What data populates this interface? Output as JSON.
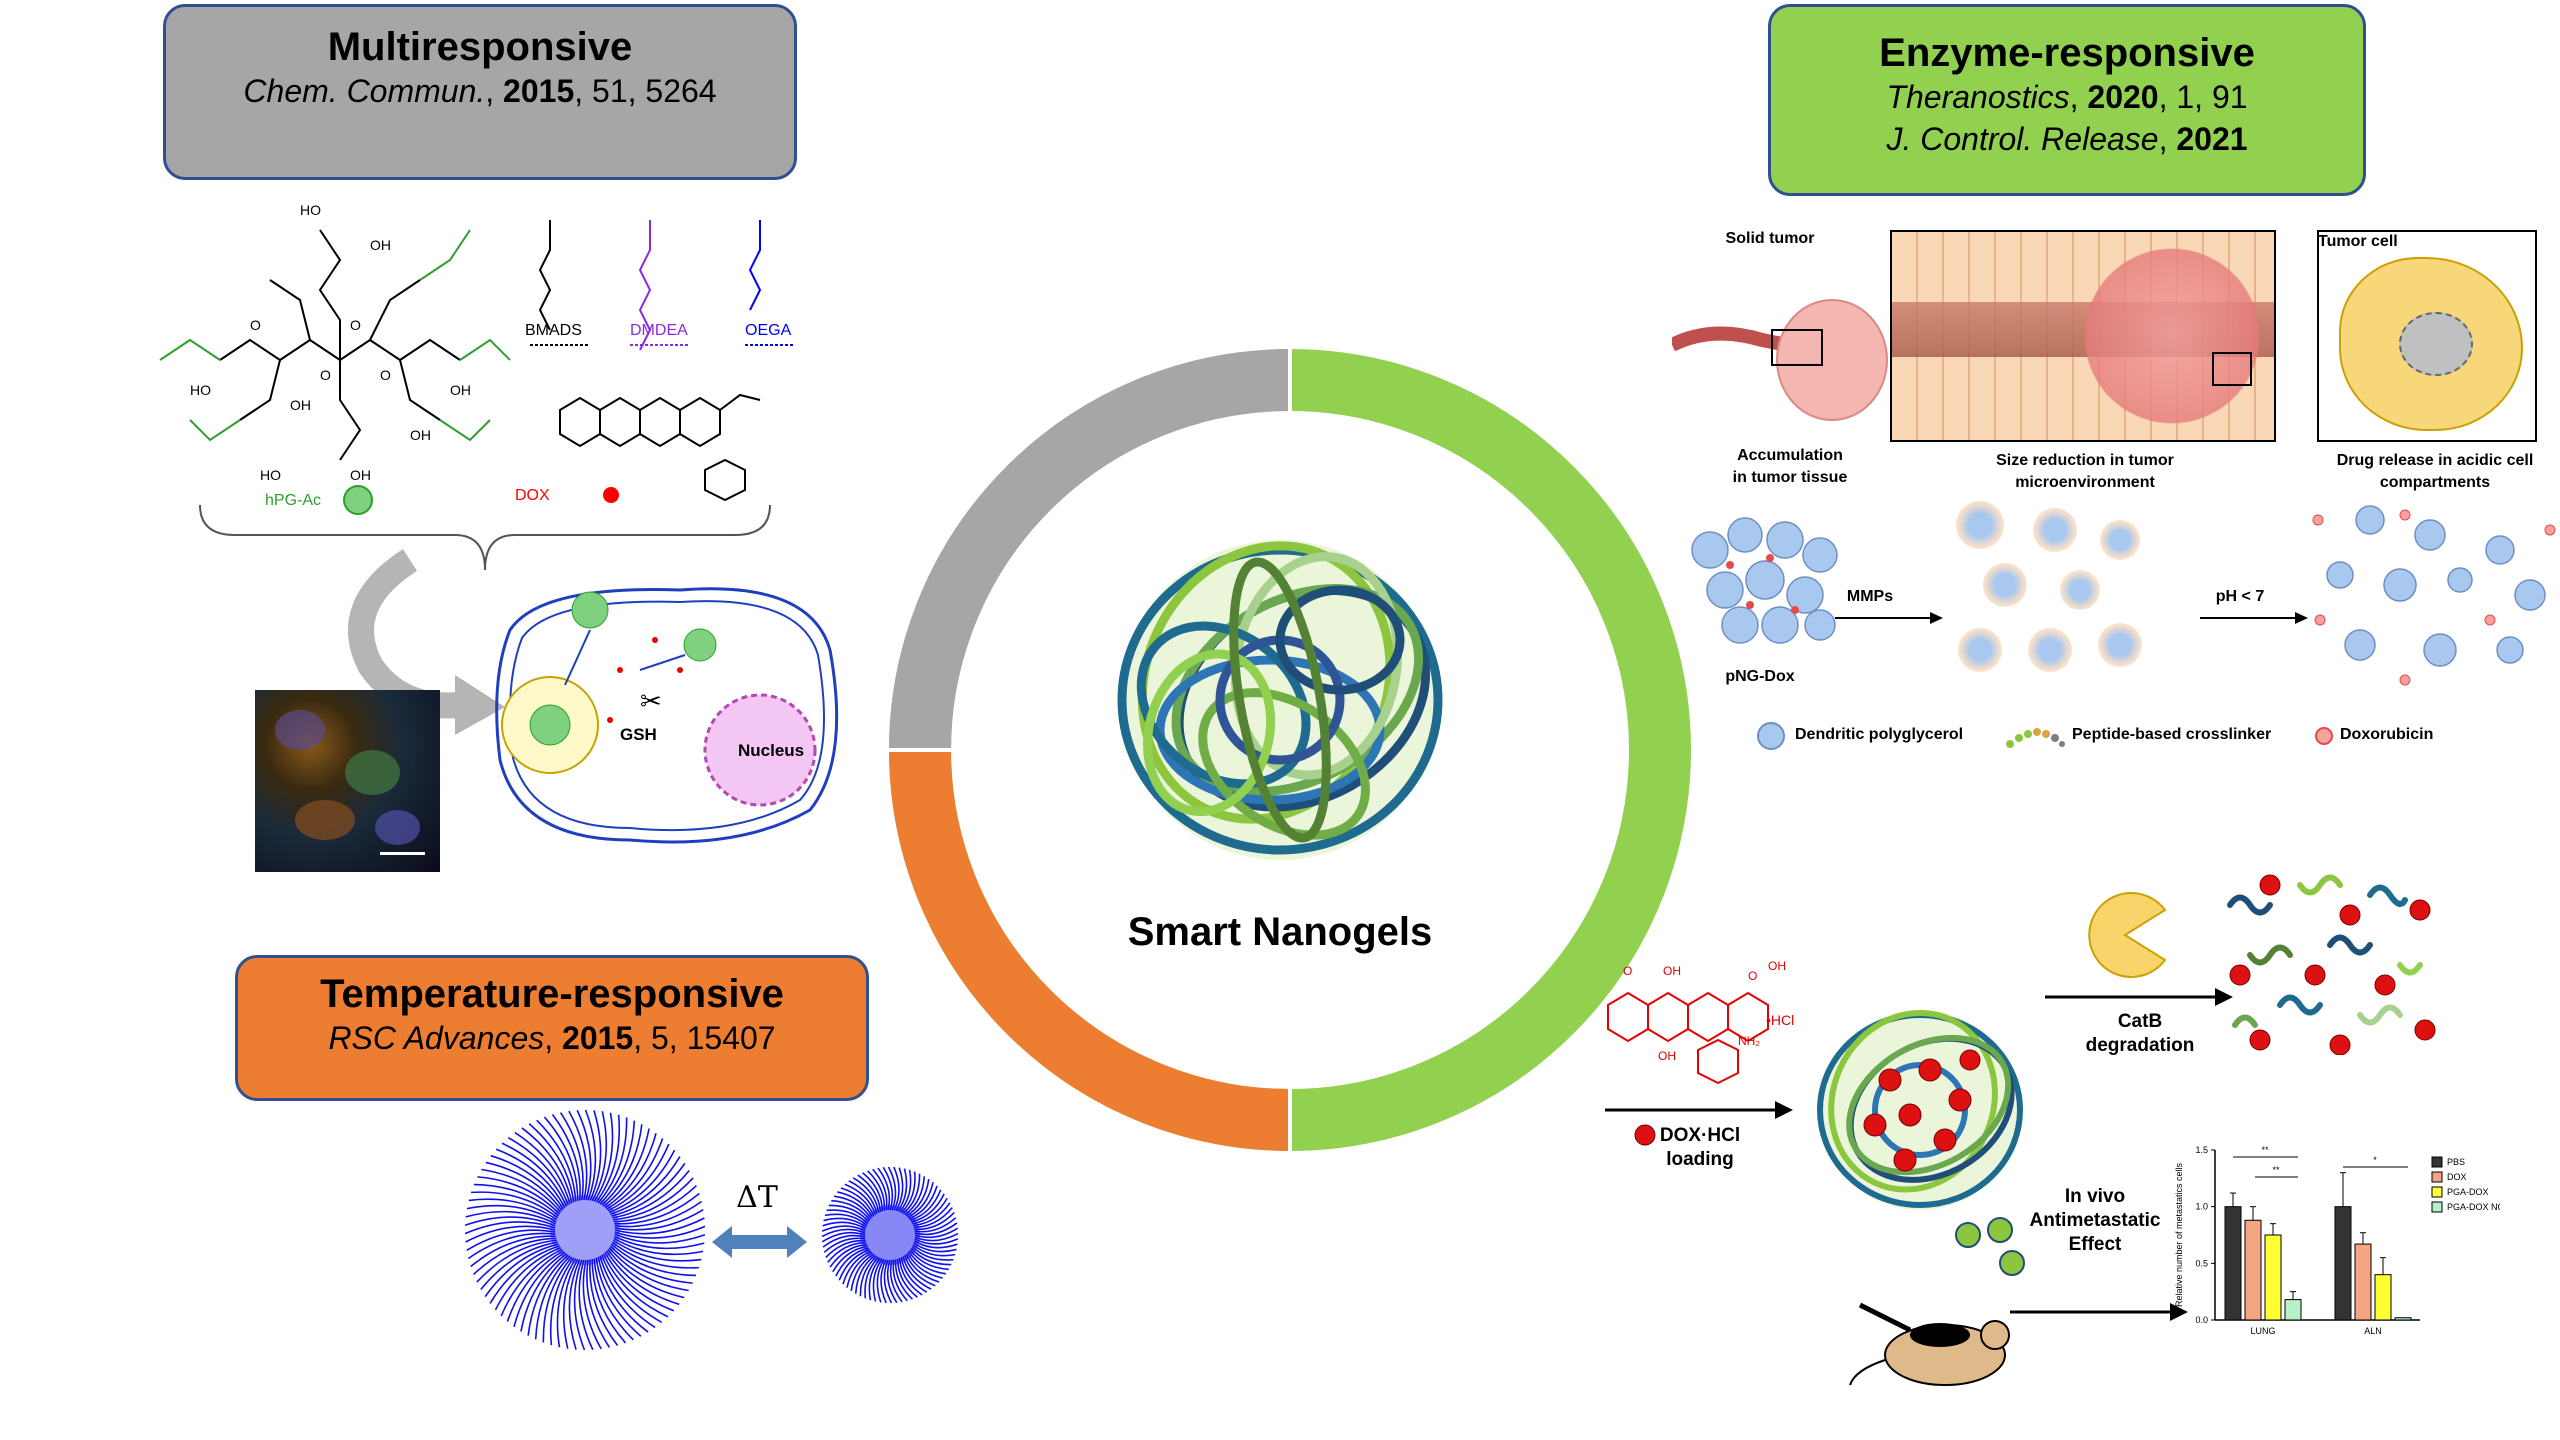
{
  "colors": {
    "grey": "#a6a6a6",
    "orange": "#ed7d31",
    "green": "#92d050",
    "border": "#2f4f8f",
    "blue": "#0000ff"
  },
  "center": {
    "title": "Smart Nanogels"
  },
  "multiresponsive": {
    "title": "Multiresponsive",
    "journal": "Chem. Commun.",
    "year": "2015",
    "rest": ", 51, 5264",
    "labels": {
      "bmads": "BMADS",
      "dmdea": "DMDEA",
      "oega": "OEGA",
      "hpg": "hPG-Ac",
      "dox": "DOX",
      "gsh": "GSH",
      "nucleus": "Nucleus"
    }
  },
  "temperature": {
    "title": "Temperature-responsive",
    "journal": "RSC Advances",
    "year": "2015",
    "rest": ", 5, 15407",
    "delta": "ΔT"
  },
  "enzyme": {
    "title": "Enzyme-responsive",
    "journal1": "Theranostics",
    "year1": "2020",
    "rest1": ", 1, 91",
    "journal2": "J. Control. Release",
    "year2": "2021",
    "labels": {
      "solid_tumor": "Solid tumor",
      "tumor_cell": "Tumor cell",
      "accumulation": "Accumulation\nin tumor tissue",
      "size_reduction": "Size reduction in tumor\nmicroenvironment",
      "drug_release": "Drug release in acidic cell\ncompartments",
      "mmps": "MMPs",
      "ph": "pH < 7",
      "png_dox": "pNG-Dox",
      "legend_dpg": "Dendritic polyglycerol",
      "legend_peptide": "Peptide-based crosslinker",
      "legend_dox": "Doxorubicin"
    }
  },
  "catb": {
    "loading": "DOX·HCl\nloading",
    "degradation": "CatB\ndegradation",
    "invivo": "In vivo\nAntimetastatic\nEffect",
    "hcl": "•HCl"
  },
  "chart_data": {
    "type": "bar",
    "categories": [
      "LUNG",
      "ALN"
    ],
    "series": [
      {
        "name": "PBS",
        "values": [
          1.0,
          1.0
        ],
        "color": "#333333"
      },
      {
        "name": "DOX",
        "values": [
          0.88,
          0.67
        ],
        "color": "#f4a582"
      },
      {
        "name": "PGA-DOX",
        "values": [
          0.75,
          0.4
        ],
        "color": "#ffff33"
      },
      {
        "name": "PGA-DOX NG",
        "values": [
          0.18,
          0.02
        ],
        "color": "#b8f0c8"
      }
    ],
    "errors": [
      [
        0.12,
        0.3
      ],
      [
        0.12,
        0.1
      ],
      [
        0.1,
        0.15
      ],
      [
        0.07,
        0.0
      ]
    ],
    "ylabel": "Relative number of metastatics cells",
    "yticks": [
      "0.0",
      "0.5",
      "1.0",
      "1.5"
    ],
    "ylim": [
      0,
      1.5
    ],
    "significance": [
      "**",
      "**",
      "*"
    ]
  }
}
